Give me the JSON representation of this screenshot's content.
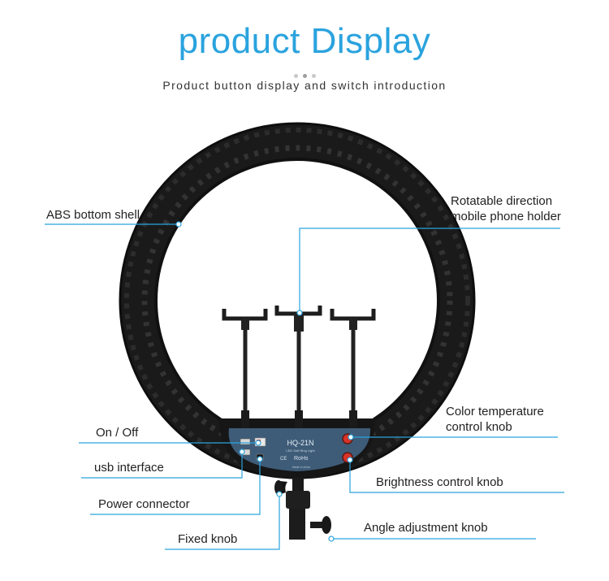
{
  "header": {
    "title": "product Display",
    "subtitle": "Product button display and switch introduction"
  },
  "labels": {
    "abs_shell": "ABS bottom shell",
    "holder_line1": "Rotatable direction",
    "holder_line2": "mobile phone holder",
    "color_temp_line1": "Color temperature",
    "color_temp_line2": "control knob",
    "on_off": "On / Off",
    "usb": "usb interface",
    "power": "Power connector",
    "brightness": "Brightness control knob",
    "angle": "Angle adjustment knob",
    "fixed_knob": "Fixed knob"
  },
  "panel": {
    "model": "HQ-21N",
    "caption": "LED Soft Ring Light",
    "rohs": "RoHs",
    "ce": "CE",
    "made_in": "Made in china"
  },
  "colors": {
    "accent": "#2aa3de",
    "ring": "#1b1b1b",
    "panel": "#3e5c78",
    "knob": "#d93228"
  },
  "icons": [
    "ring-light-product-image"
  ]
}
